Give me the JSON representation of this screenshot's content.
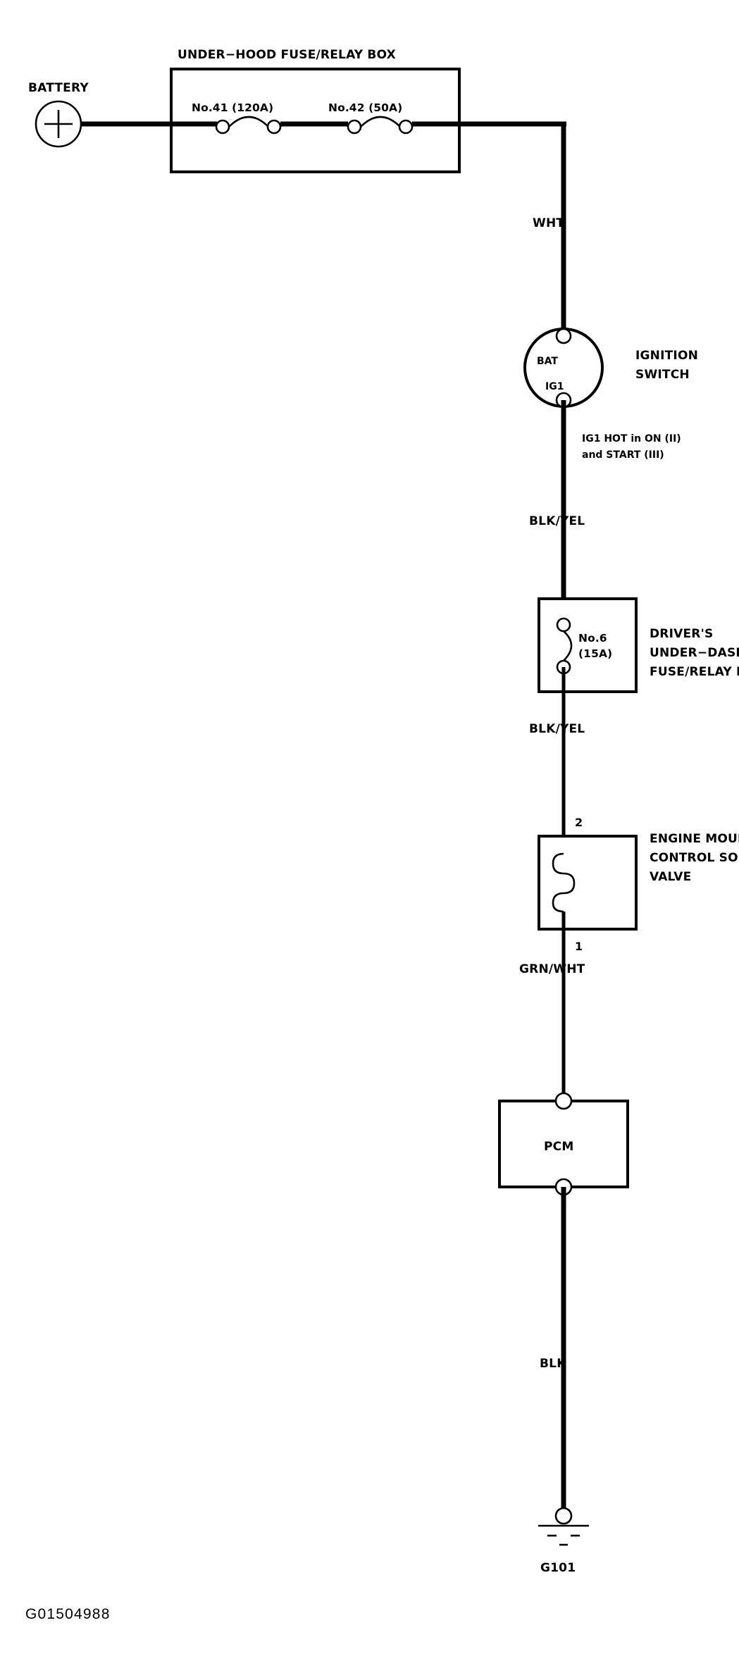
{
  "diagram": {
    "title_code": "G01504988",
    "ink_color": "#000000",
    "background_color": "#ffffff",
    "components": {
      "battery": {
        "label": "BATTERY",
        "symbol": "battery-plus-circle"
      },
      "under_hood_box": {
        "label": "UNDER−HOOD FUSE/RELAY BOX",
        "fuses": [
          {
            "name": "No.41 (120A)"
          },
          {
            "name": "No.42 (50A)"
          }
        ]
      },
      "ignition_switch": {
        "label_line1": "IGNITION",
        "label_line2": "SWITCH",
        "terminal_bat": "BAT",
        "terminal_ig1": "IG1",
        "note_line1": "IG1 HOT in ON (II)",
        "note_line2": "and START (III)"
      },
      "under_dash_box": {
        "label_line1": "DRIVER'S",
        "label_line2": "UNDER−DASH",
        "label_line3": "FUSE/RELAY BOX",
        "fuse_line1": "No.6",
        "fuse_line2": "(15A)"
      },
      "solenoid_valve": {
        "label_line1": "ENGINE MOUNT",
        "label_line2": "CONTROL SOLENOID",
        "label_line3": "VALVE",
        "pin_top": "2",
        "pin_bottom": "1"
      },
      "pcm": {
        "label": "PCM"
      },
      "ground": {
        "label": "G101",
        "symbol": "chassis-ground"
      }
    },
    "wires": [
      {
        "id": "w1",
        "color_code": "WHT"
      },
      {
        "id": "w2",
        "color_code": "BLK/YEL"
      },
      {
        "id": "w3",
        "color_code": "BLK/YEL"
      },
      {
        "id": "w4",
        "color_code": "GRN/WHT"
      },
      {
        "id": "w5",
        "color_code": "BLK"
      }
    ]
  }
}
